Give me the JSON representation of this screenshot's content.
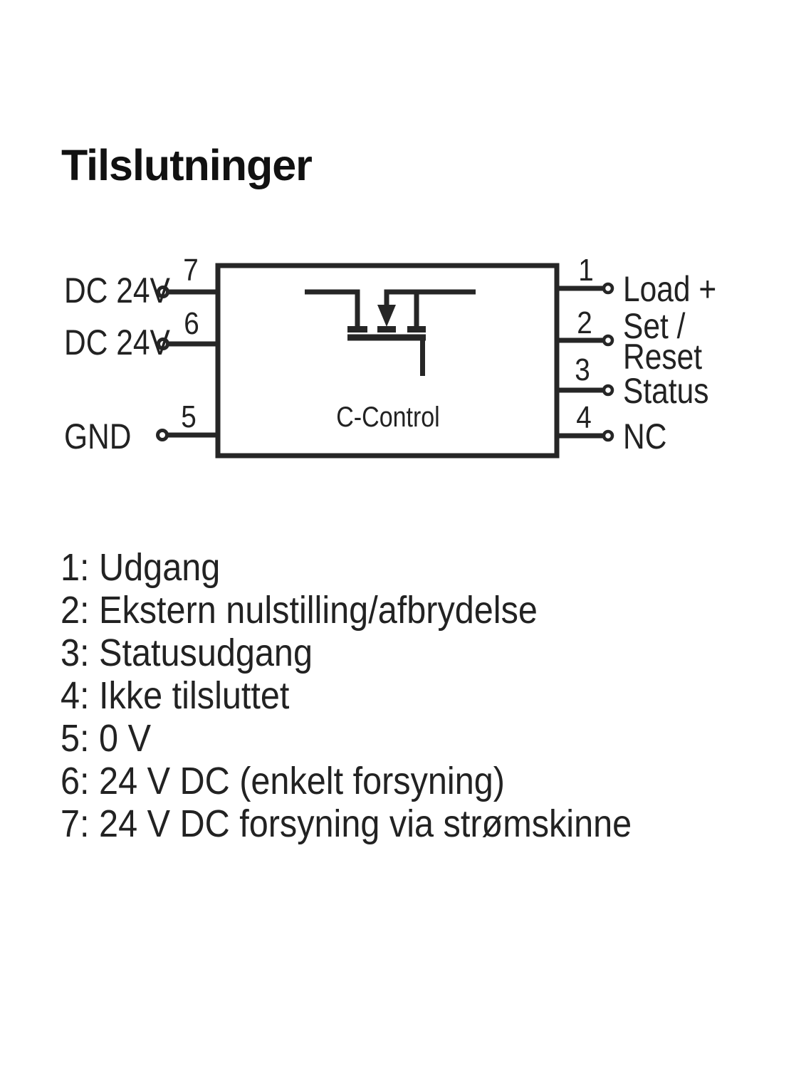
{
  "page": {
    "title": "Tilslutninger"
  },
  "colors": {
    "background": "#ffffff",
    "ink": "#222222",
    "diagram_line": "#262626"
  },
  "diagram": {
    "box_label": "C-Control",
    "left_pins": [
      {
        "number": "7",
        "label": "DC 24V"
      },
      {
        "number": "6",
        "label": "DC 24V"
      },
      {
        "number": "5",
        "label": "GND"
      }
    ],
    "right_pins": [
      {
        "number": "1",
        "label": "Load +"
      },
      {
        "number": "2",
        "label": "Set /",
        "label_line2": "Reset"
      },
      {
        "number": "3",
        "label": "Status"
      },
      {
        "number": "4",
        "label": "NC"
      }
    ]
  },
  "legend": {
    "items": [
      "1: Udgang",
      "2: Ekstern nulstilling/afbrydelse",
      "3: Statusudgang",
      "4: Ikke tilsluttet",
      "5: 0 V",
      "6: 24 V DC (enkelt forsyning)",
      "7: 24 V DC forsyning via strømskinne"
    ]
  }
}
